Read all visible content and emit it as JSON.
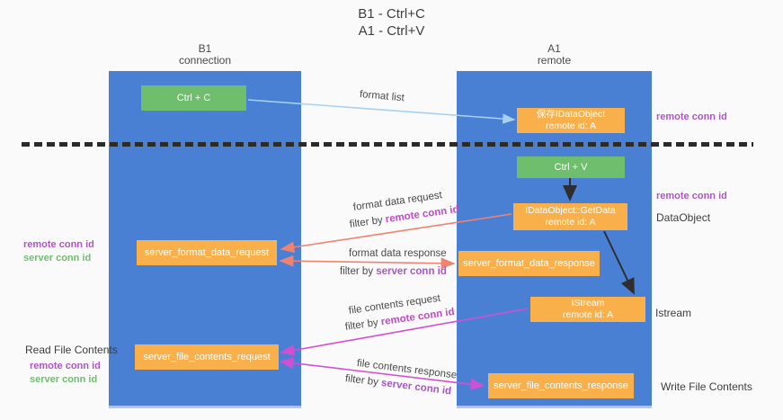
{
  "title": {
    "line1": "B1 - Ctrl+C",
    "line2": "A1 - Ctrl+V"
  },
  "columns": {
    "b1": {
      "name": "B1",
      "subtitle": "connection"
    },
    "a1": {
      "name": "A1",
      "subtitle": "remote"
    }
  },
  "boxes": {
    "ctrl_c": {
      "label": "Ctrl + C"
    },
    "store_dataobject": {
      "line1": "保存IDataObject",
      "line2": "remote id: A"
    },
    "ctrl_v": {
      "label": "Ctrl + V"
    },
    "getdata": {
      "line1": "IDataObject::GetData",
      "line2": "remote id: A"
    },
    "format_request": {
      "label": "server_format_data_request"
    },
    "format_response": {
      "label": "server_format_data_response"
    },
    "istream": {
      "line1": "IStream",
      "line2": "remote id: A"
    },
    "file_request": {
      "label": "server_file_contents_request"
    },
    "file_response": {
      "label": "server_file_contents_response"
    }
  },
  "flow_labels": {
    "format_list": "format list",
    "format_request": {
      "title": "format data request",
      "filter_prefix": "filter by ",
      "filter_key": "remote conn id"
    },
    "format_response": {
      "title": "format data response",
      "filter_prefix": "filter by ",
      "filter_key": "server conn id"
    },
    "file_request": {
      "title": "file contents request",
      "filter_prefix": "filter by ",
      "filter_key": "remote conn id"
    },
    "file_response": {
      "title": "file contents response",
      "filter_prefix": "filter by ",
      "filter_key": "server conn id"
    }
  },
  "annotations": {
    "right_remote_conn_top": "remote conn id",
    "right_remote_conn_mid": "remote conn id",
    "right_dataobject": "DataObject",
    "right_istream": "Istream",
    "right_write_file_contents": "Write File Contents",
    "left_remote_conn_top": "remote conn id",
    "left_server_conn_top": "server conn id",
    "left_read_file_contents": "Read File Contents",
    "left_remote_conn_bottom": "remote conn id",
    "left_server_conn_bottom": "server conn id"
  },
  "colors": {
    "lane_blue": "#4a80d4",
    "box_green": "#6fbe6e",
    "box_orange": "#f9b04a",
    "arrow_salmon": "#f08272",
    "arrow_magenta": "#d24fd2",
    "arrow_lightblue": "#a8d2f0",
    "arrow_black": "#2e2e2e",
    "label_purple": "#b055c5",
    "label_green": "#6ebe6e"
  }
}
